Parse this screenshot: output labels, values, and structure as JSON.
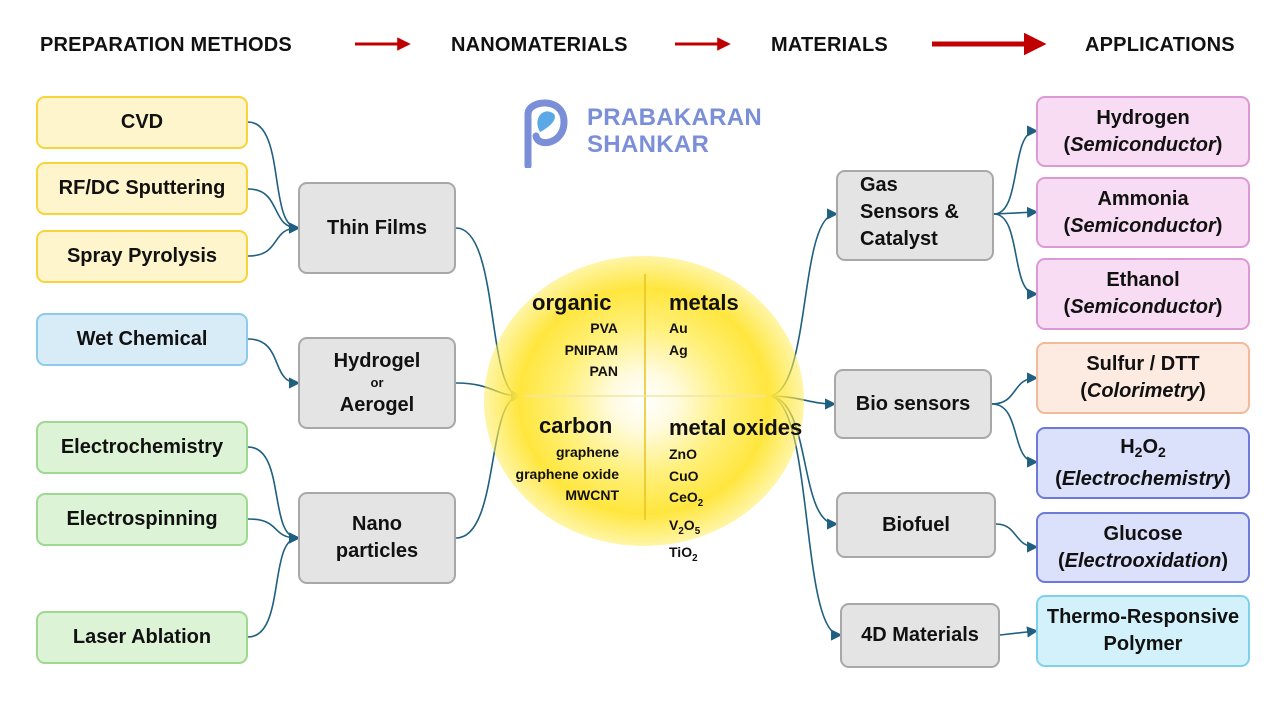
{
  "header": {
    "prep": "PREPARATION METHODS",
    "nano": "NANOMATERIALS",
    "materials": "MATERIALS",
    "applications": "APPLICATIONS"
  },
  "logo": {
    "line1": "PRABAKARAN",
    "line2": "SHANKAR"
  },
  "methods": {
    "cvd": "CVD",
    "sputtering": "RF/DC Sputtering",
    "spray": "Spray Pyrolysis",
    "wet": "Wet Chemical",
    "electrochem": "Electrochemistry",
    "electrospin": "Electrospinning",
    "laser": "Laser Ablation"
  },
  "nanomaterials": {
    "thin_films": "Thin Films",
    "hydrogel": "Hydrogel",
    "or": "or",
    "aerogel": "Aerogel",
    "nano": "Nano",
    "particles": "particles"
  },
  "materials": {
    "organic": {
      "title": "organic",
      "items": [
        "PVA",
        "PNIPAM",
        "PAN"
      ]
    },
    "metals": {
      "title": "metals",
      "items": [
        "Au",
        "Ag"
      ]
    },
    "carbon": {
      "title": "carbon",
      "items": [
        "graphene",
        "graphene oxide",
        "MWCNT"
      ]
    },
    "metal_oxides": {
      "title": "metal oxides",
      "zno": "ZnO",
      "cuo": "CuO",
      "ceo2": {
        "base": "CeO",
        "sub": "2"
      },
      "v2o5": {
        "a": "V",
        "s1": "2",
        "b": "O",
        "s2": "5"
      },
      "tio2": {
        "base": "TiO",
        "sub": "2"
      }
    }
  },
  "applications": {
    "gas": [
      "Gas",
      "Sensors &",
      "Catalyst"
    ],
    "bio": "Bio sensors",
    "biofuel": "Biofuel",
    "fourd": "4D Materials"
  },
  "outputs": {
    "hydrogen": {
      "name": "Hydrogen",
      "method": "Semiconductor"
    },
    "ammonia": {
      "name": "Ammonia",
      "method": "Semiconductor"
    },
    "ethanol": {
      "name": "Ethanol",
      "method": "Semiconductor"
    },
    "sulfur": {
      "name": "Sulfur / DTT",
      "method": "Colorimetry"
    },
    "h2o2": {
      "base": "H",
      "s1": "2",
      "mid": "O",
      "s2": "2",
      "method": "Electrochemistry"
    },
    "glucose": {
      "name": "Glucose",
      "method": "Electrooxidation"
    },
    "thermo": {
      "line1": "Thermo-Responsive",
      "line2": "Polymer"
    }
  },
  "colors": {
    "arrow_red": "#c00000",
    "connector": "#1f5f80",
    "logo": "#7b8fd8",
    "glow": "#ffe63e"
  }
}
